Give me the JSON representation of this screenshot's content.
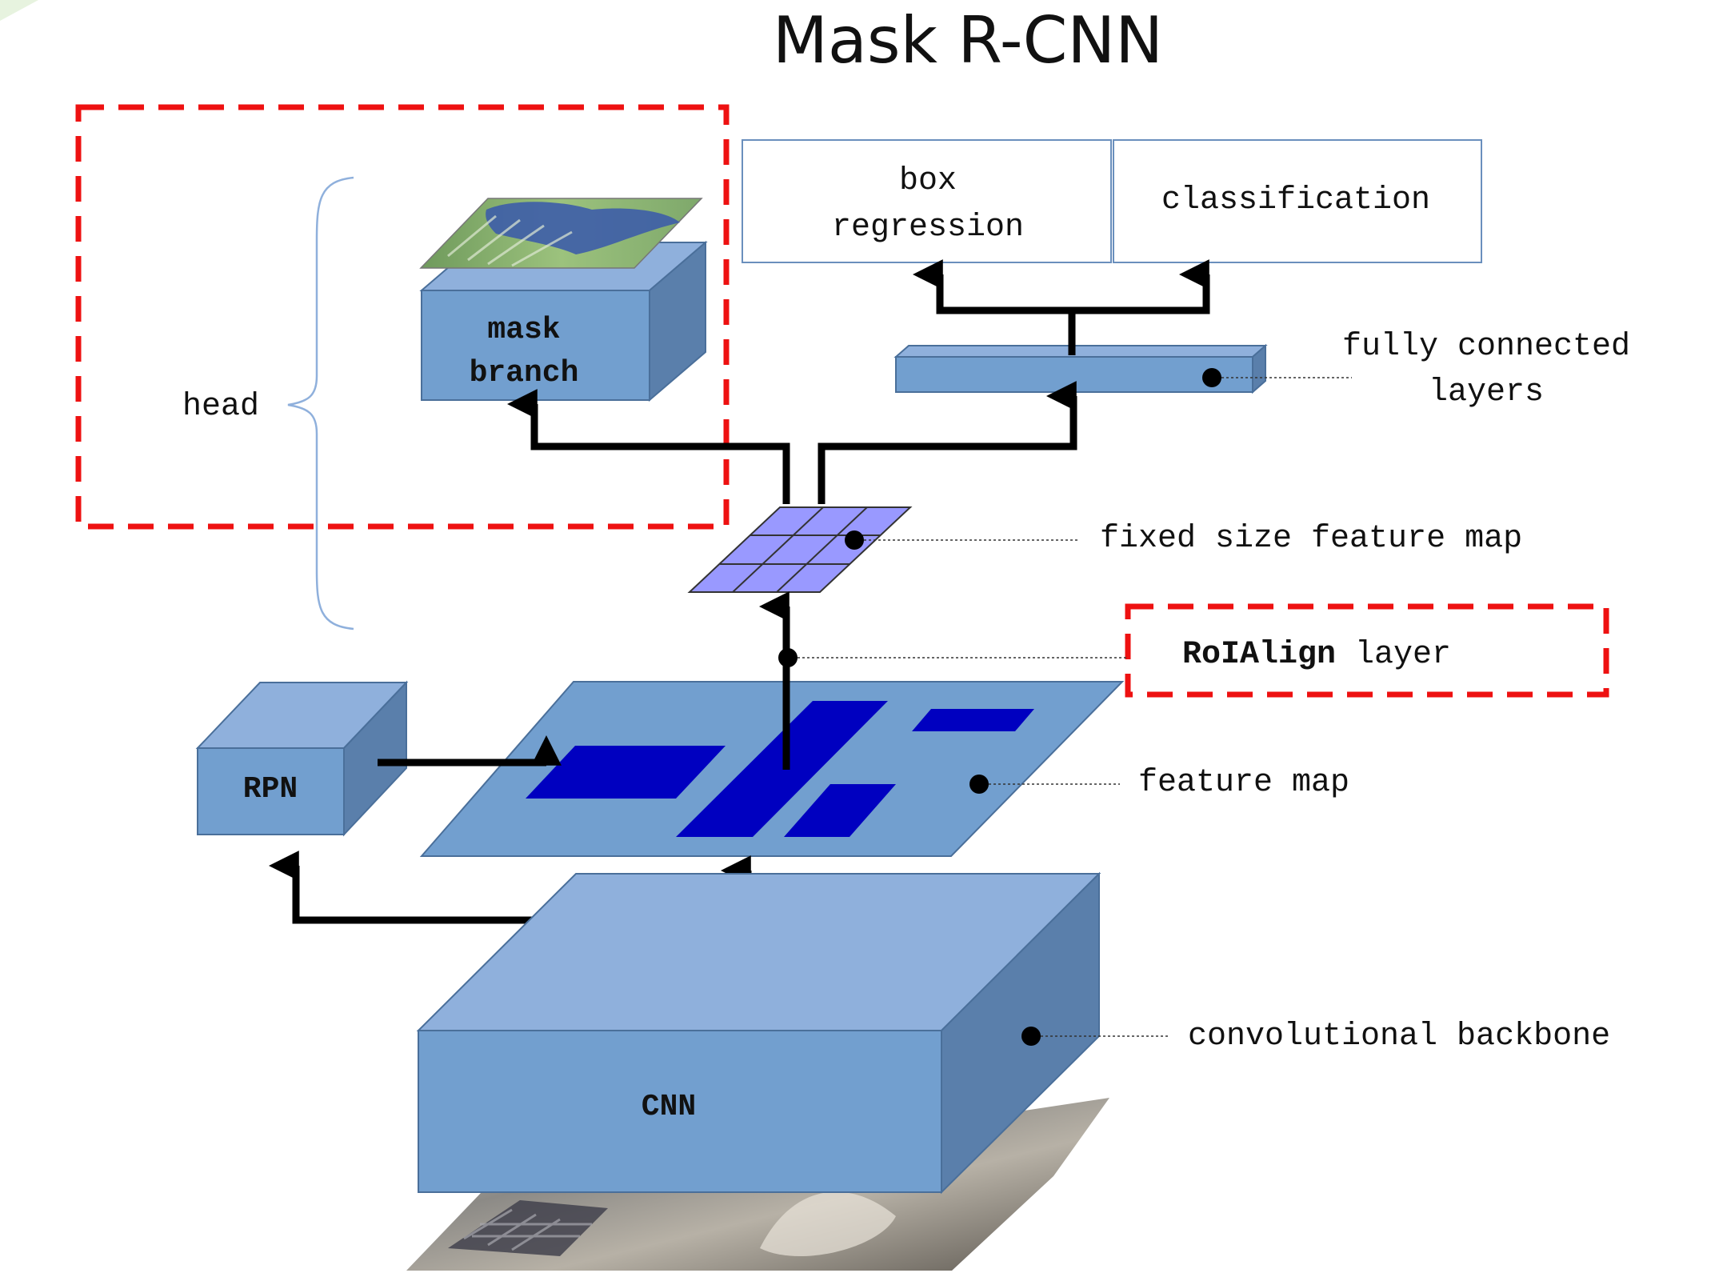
{
  "title": "Mask R-CNN",
  "labels": {
    "head": "head",
    "mask_branch_line1": "mask",
    "mask_branch_line2": "branch",
    "box_regression_line1": "box",
    "box_regression_line2": "regression",
    "classification": "classification",
    "fc_line1": "fully connected",
    "fc_line2": "layers",
    "fixed_map": "fixed size feature map",
    "roialign_bold": "RoIAlign",
    "roialign_rest": " layer",
    "feature_map": "feature map",
    "rpn": "RPN",
    "backbone": "convolutional backbone",
    "cnn": "CNN"
  },
  "colors": {
    "box_front": "#729fcf",
    "box_top": "#8fb0dc",
    "box_side": "#5a7fab",
    "region": "#0000c0",
    "roi_grid": "#9999ff",
    "highlight_dash": "#ee1111",
    "arrow": "#000000"
  }
}
